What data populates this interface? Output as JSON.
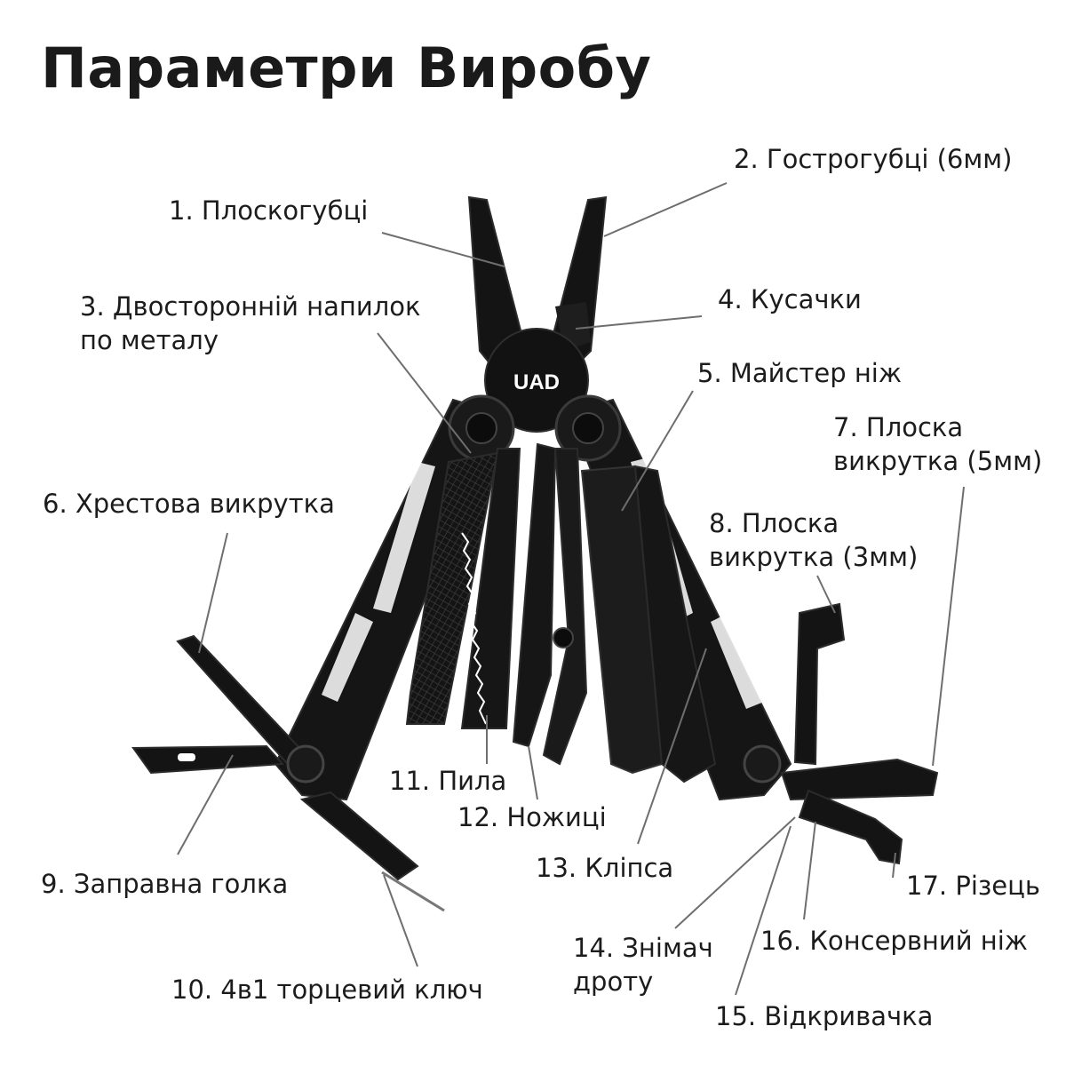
{
  "title": "Параметри Виробу",
  "logo_text": "UAD",
  "labels": {
    "l1": "1. Плоскогубці",
    "l2": "2. Гострогубці (6мм)",
    "l3_line1": "3. Двосторонній напилок",
    "l3_line2": "по металу",
    "l4": "4. Кусачки",
    "l5": "5. Майстер ніж",
    "l6": "6. Хрестова викрутка",
    "l7_line1": "7. Плоска",
    "l7_line2": "викрутка (5мм)",
    "l8_line1": "8. Плоска",
    "l8_line2": "викрутка (3мм)",
    "l9": "9. Заправна голка",
    "l10": "10. 4в1 торцевий ключ",
    "l11": "11. Пила",
    "l12": "12. Ножиці",
    "l13": "13. Кліпса",
    "l14_line1": "14. Знімач",
    "l14_line2": "дроту",
    "l15": "15. Відкривачка",
    "l16": "16. Консервний ніж",
    "l17": "17. Різець"
  },
  "colors": {
    "tool": "#141414",
    "tool_edge": "#2e2e2e",
    "leader": "#6e6e6e",
    "text": "#1c1c1c"
  }
}
